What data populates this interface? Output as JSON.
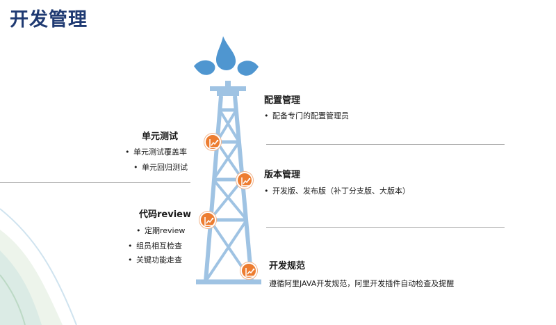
{
  "page": {
    "title": "开发管理"
  },
  "colors": {
    "title": "#1f3a72",
    "tower": "#9fc3e3",
    "drops": "#4f96d0",
    "marker": "#ed7d31",
    "divider": "#a8a8a8"
  },
  "icons": {
    "marker": "chart-icon",
    "drops": "water-drop-icon"
  },
  "sections": {
    "unit_test": {
      "heading": "单元测试",
      "bullets": [
        "单元测试覆盖率",
        "单元回归测试"
      ]
    },
    "code_review": {
      "heading": "代码review",
      "bullets": [
        "定期review",
        "组员相互检查",
        "关键功能走查"
      ]
    },
    "config_mgmt": {
      "heading": "配置管理",
      "bullets": [
        "配备专门的配置管理员"
      ]
    },
    "version_mgmt": {
      "heading": "版本管理",
      "bullets": [
        "开发版、发布版（补丁分支版、大版本）"
      ]
    },
    "dev_standard": {
      "heading": "开发规范",
      "text": "遵循阿里JAVA开发规范，阿里开发插件自动检查及提醒"
    }
  }
}
